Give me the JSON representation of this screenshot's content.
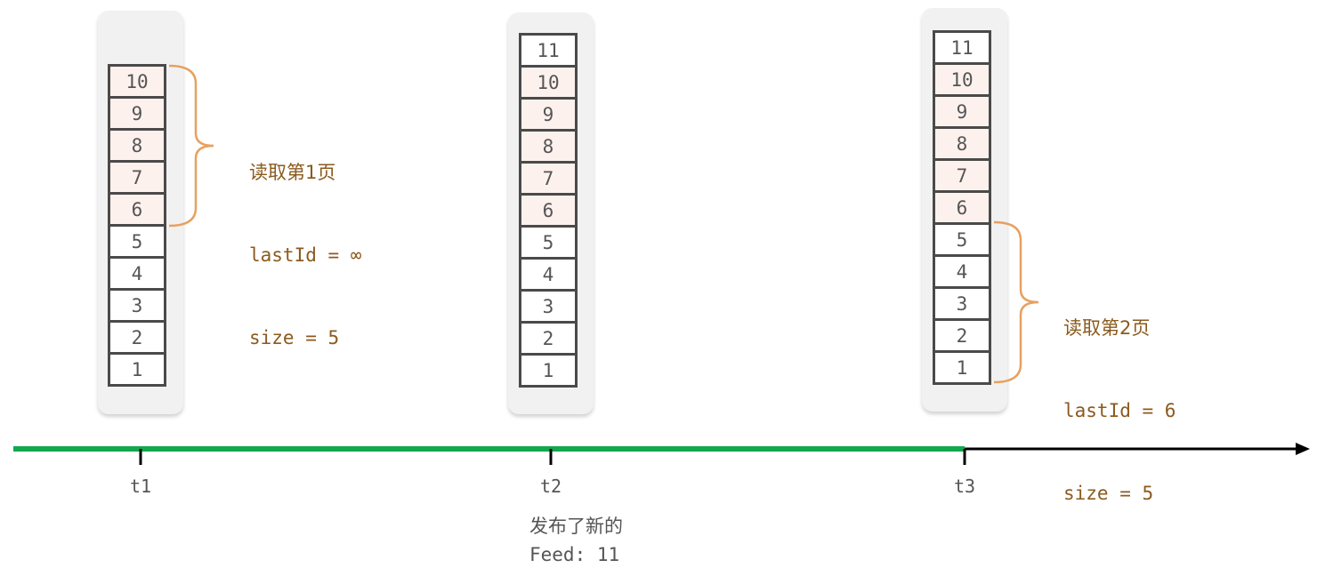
{
  "colors": {
    "panel_bg": "#f1f1f2",
    "cell_border": "#4a4a4a",
    "highlight_cell": "#fdf1ed",
    "brace": "#e8a060",
    "note_text": "#8b5a1e",
    "timeline_done": "#13a84f",
    "timeline_future": "#000000"
  },
  "snapshots": [
    {
      "time": "t1",
      "cells": [
        "10",
        "9",
        "8",
        "7",
        "6",
        "5",
        "4",
        "3",
        "2",
        "1"
      ],
      "highlighted": [
        "10",
        "9",
        "8",
        "7",
        "6"
      ]
    },
    {
      "time": "t2",
      "cells": [
        "11",
        "10",
        "9",
        "8",
        "7",
        "6",
        "5",
        "4",
        "3",
        "2",
        "1"
      ],
      "highlighted": [
        "10",
        "9",
        "8",
        "7",
        "6"
      ]
    },
    {
      "time": "t3",
      "cells": [
        "11",
        "10",
        "9",
        "8",
        "7",
        "6",
        "5",
        "4",
        "3",
        "2",
        "1"
      ],
      "highlighted": [
        "10",
        "9",
        "8",
        "7",
        "6"
      ]
    }
  ],
  "annotations": [
    {
      "title": "读取第1页",
      "line1": "lastId = ∞",
      "line2": "size = 5",
      "brace_covers": [
        "10",
        "6"
      ]
    },
    {
      "title": "读取第2页",
      "line1": "lastId = 6",
      "line2": "size = 5",
      "brace_covers": [
        "5",
        "1"
      ]
    }
  ],
  "timeline": {
    "ticks": [
      "t1",
      "t2",
      "t3"
    ],
    "event": {
      "line1": "发布了新的",
      "line2": "Feed: 11"
    }
  }
}
